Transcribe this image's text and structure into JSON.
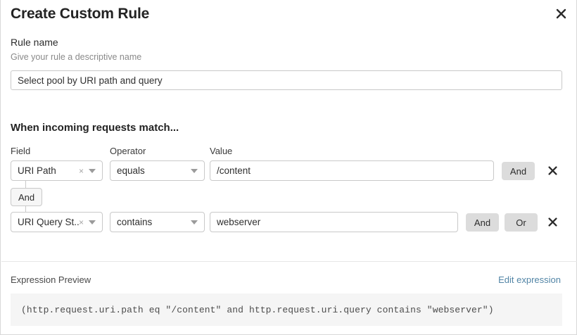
{
  "dialog": {
    "title": "Create Custom Rule",
    "close_label": "close-icon"
  },
  "rule_name": {
    "label": "Rule name",
    "help": "Give your rule a descriptive name",
    "value": "Select pool by URI path and query",
    "placeholder": "Select pool by URI path and query"
  },
  "match_section": {
    "title": "When incoming requests match...",
    "columns": {
      "field": "Field",
      "operator": "Operator",
      "value": "Value"
    },
    "connector": {
      "label": "And"
    },
    "rows": [
      {
        "field": "URI Path",
        "field_clear": "×",
        "operator": "equals",
        "value": "/content",
        "buttons": [
          "And"
        ],
        "delete": "remove-icon"
      },
      {
        "field": "URI Query St...",
        "field_clear": "×",
        "operator": "contains",
        "value": "webserver",
        "buttons": [
          "And",
          "Or"
        ],
        "delete": "remove-icon"
      }
    ]
  },
  "expression": {
    "label": "Expression Preview",
    "edit_link": "Edit expression",
    "code": "(http.request.uri.path eq \"/content\" and http.request.uri.query contains \"webserver\")"
  },
  "colors": {
    "link": "#5285a6",
    "button_bg": "#dcdcdc",
    "code_bg": "#f5f5f5",
    "border": "#c9c9c9"
  }
}
